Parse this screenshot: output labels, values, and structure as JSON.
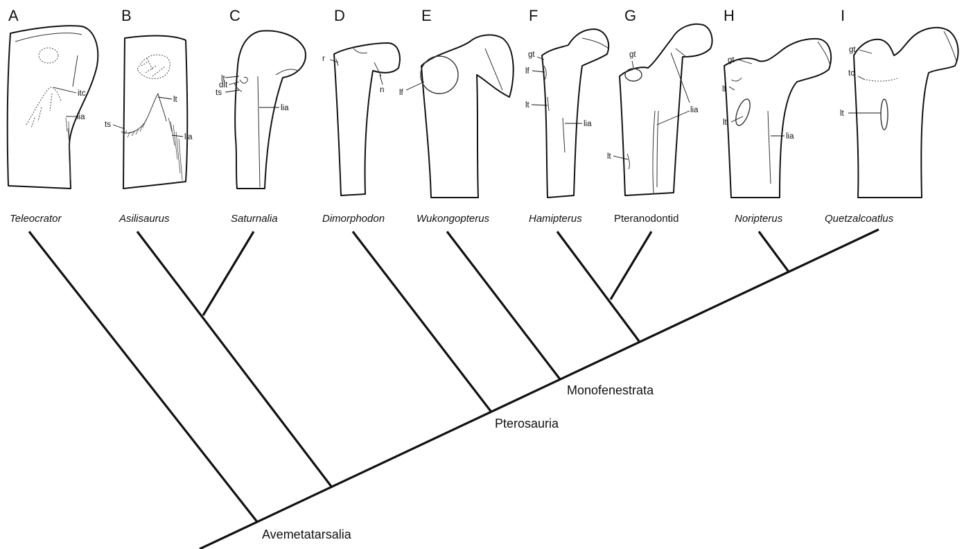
{
  "panels": [
    {
      "letter": "A",
      "taxon": "Teleocrator",
      "italic": true
    },
    {
      "letter": "B",
      "taxon": "Asilisaurus",
      "italic": true
    },
    {
      "letter": "C",
      "taxon": "Saturnalia",
      "italic": true
    },
    {
      "letter": "D",
      "taxon": "Dimorphodon",
      "italic": true
    },
    {
      "letter": "E",
      "taxon": "Wukongopterus",
      "italic": true
    },
    {
      "letter": "F",
      "taxon": "Hamipterus",
      "italic": true
    },
    {
      "letter": "G",
      "taxon": "Pteranodontid",
      "italic": false
    },
    {
      "letter": "H",
      "taxon": "Noripterus",
      "italic": true
    },
    {
      "letter": "I",
      "taxon": "Quetzalcoatlus",
      "italic": true
    }
  ],
  "annotations": {
    "A": [
      "itc",
      "lia"
    ],
    "B": [
      "lt",
      "ts",
      "lia"
    ],
    "C": [
      "dlt",
      "lt",
      "ts",
      "lia"
    ],
    "D": [
      "r",
      "n"
    ],
    "E": [
      "lf"
    ],
    "F": [
      "gt",
      "lf",
      "lt",
      "lia"
    ],
    "G": [
      "gt",
      "lia",
      "lt"
    ],
    "H": [
      "gt",
      "lf",
      "lt",
      "lia"
    ],
    "I": [
      "gt",
      "tc",
      "lt"
    ]
  },
  "clades": {
    "avemetatarsalia": "Avemetatarsalia",
    "pterosauria": "Pterosauria",
    "monofenestrata": "Monofenestrata"
  },
  "colors": {
    "line": "#111111",
    "background": "#ffffff"
  }
}
